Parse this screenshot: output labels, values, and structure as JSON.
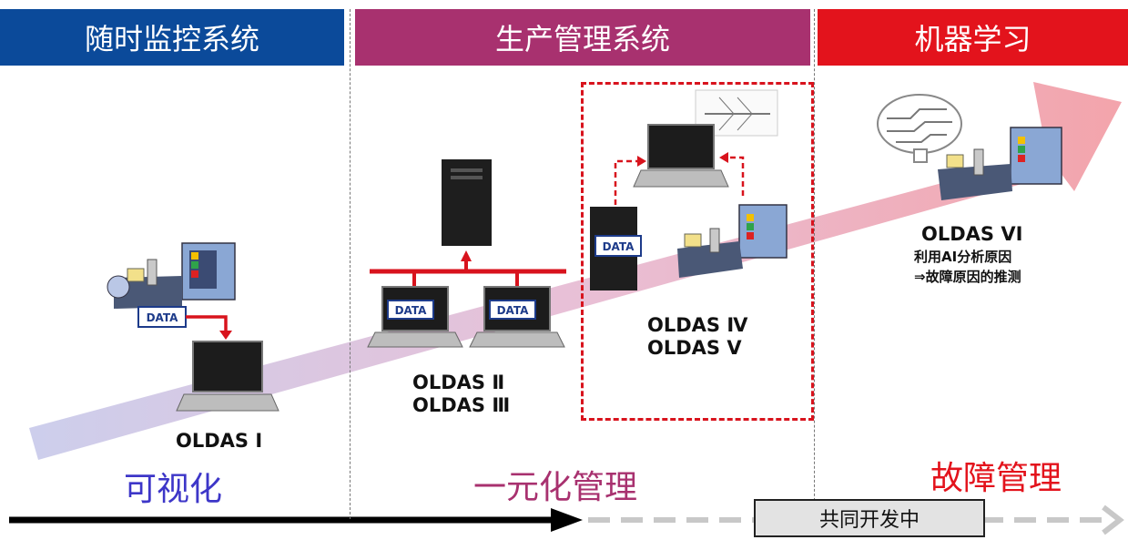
{
  "headers": [
    {
      "label": "随时监控系统",
      "color": "#0b4a9a"
    },
    {
      "label": "生产管理系统",
      "color": "#a8316f"
    },
    {
      "label": "机器学习",
      "color": "#e3131c"
    }
  ],
  "stages": {
    "visualization": {
      "label": "可视化",
      "color": "#3d36c8"
    },
    "unified": {
      "label": "一元化管理",
      "color": "#a8316f"
    },
    "fault": {
      "label": "故障管理",
      "color": "#e3131c"
    }
  },
  "products": {
    "oldas1": "OLDAS Ⅰ",
    "oldas23": [
      "OLDAS Ⅱ",
      "OLDAS Ⅲ"
    ],
    "oldas45": [
      "OLDAS Ⅳ",
      "OLDAS Ⅴ"
    ],
    "oldas6": {
      "name": "OLDAS VI",
      "lines": [
        "利用AI分析原因",
        "⇒故障原因的推测"
      ]
    }
  },
  "data_tag": "DATA",
  "status": "共同开发中"
}
